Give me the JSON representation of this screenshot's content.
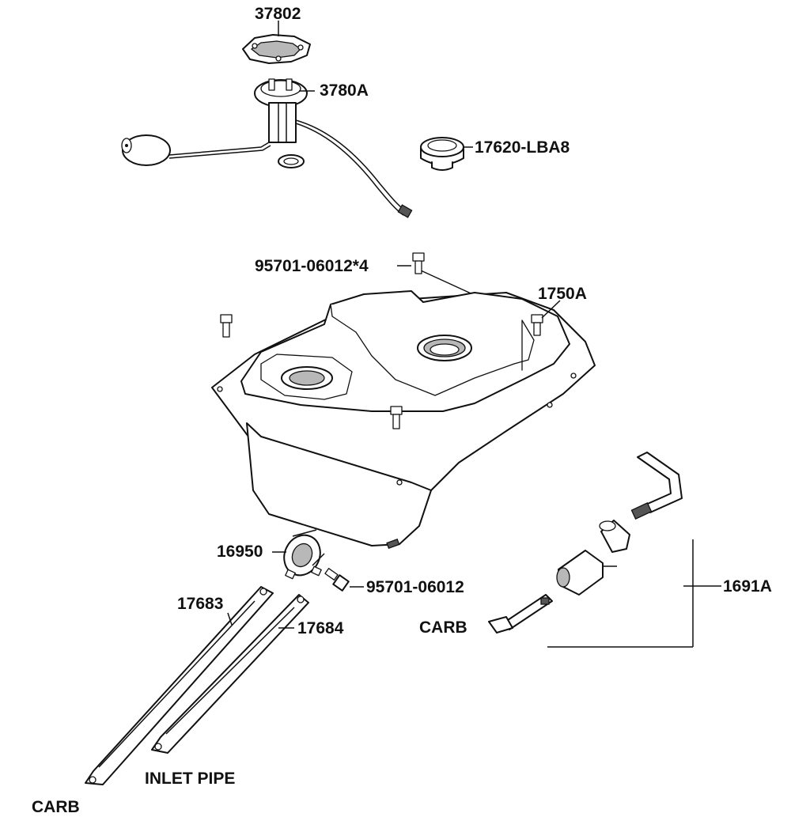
{
  "labels": {
    "p37802": "37802",
    "p3780A": "3780A",
    "p17620": "17620-LBA8",
    "p95701x4": "95701-06012*4",
    "p1750A": "1750A",
    "p16950": "16950",
    "p95701": "95701-06012",
    "p17683": "17683",
    "p17684": "17684",
    "p1691A": "1691A",
    "carb_filter": "CARB",
    "carb_pipe": "CARB",
    "inlet_pipe": "INLET PIPE"
  }
}
